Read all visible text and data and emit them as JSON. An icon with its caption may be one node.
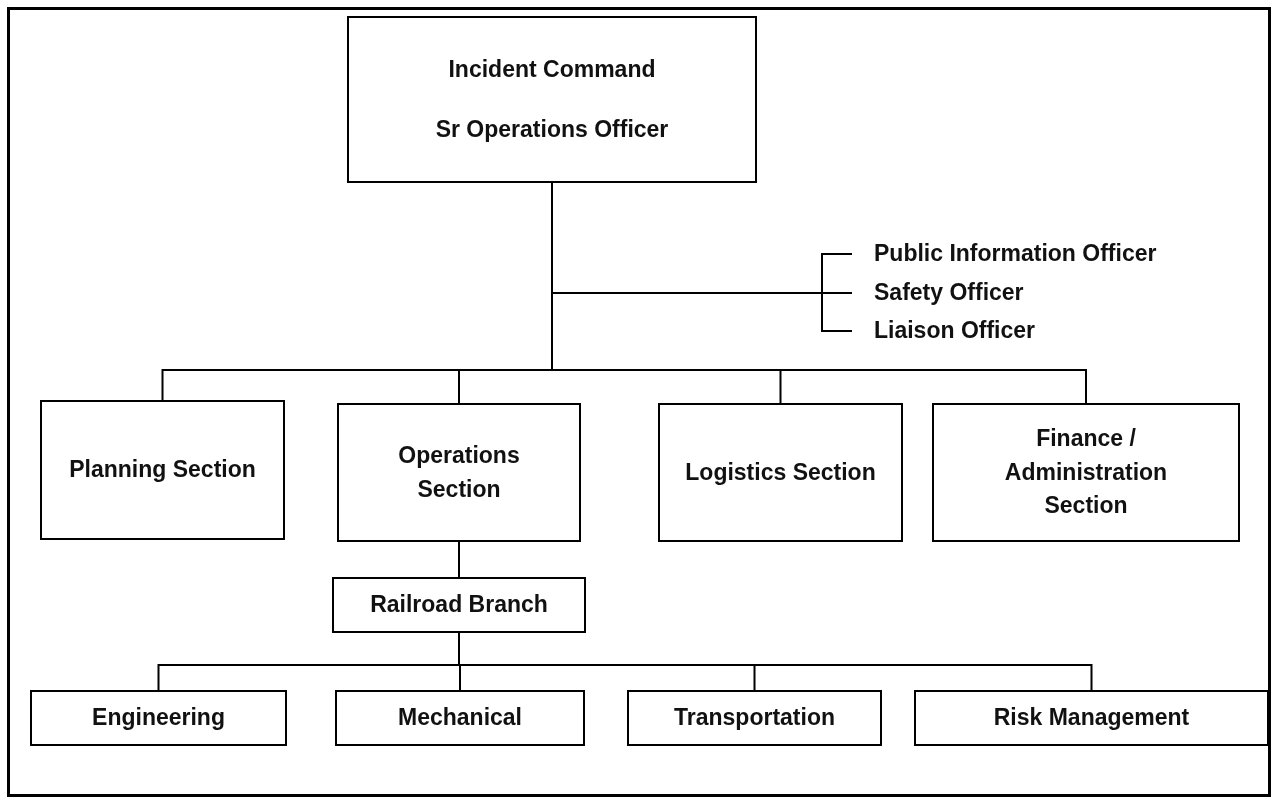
{
  "diagram": {
    "nodes": [
      {
        "text": [
          "Incident Command",
          "Sr Operations Officer"
        ]
      },
      {
        "text": [
          "Public Information Officer"
        ]
      },
      {
        "text": [
          "Safety Officer"
        ]
      },
      {
        "text": [
          "Liaison Officer"
        ]
      },
      {
        "text": [
          "Planning Section"
        ]
      },
      {
        "text": [
          "Operations Section"
        ]
      },
      {
        "text": [
          "Logistics Section"
        ]
      },
      {
        "text": [
          "Finance / Administration Section"
        ]
      },
      {
        "text": [
          "Railroad Branch"
        ]
      },
      {
        "text": [
          "Engineering"
        ]
      },
      {
        "text": [
          "Mechanical"
        ]
      },
      {
        "text": [
          "Transportation"
        ]
      },
      {
        "text": [
          "Risk Management"
        ]
      }
    ],
    "edges": [
      {
        "from": 0,
        "to": 1,
        "arrow": "none"
      },
      {
        "from": 0,
        "to": 2,
        "arrow": "none"
      },
      {
        "from": 0,
        "to": 3,
        "arrow": "none"
      },
      {
        "from": 0,
        "to": 4,
        "arrow": "none"
      },
      {
        "from": 0,
        "to": 5,
        "arrow": "none"
      },
      {
        "from": 0,
        "to": 6,
        "arrow": "none"
      },
      {
        "from": 0,
        "to": 7,
        "arrow": "none"
      },
      {
        "from": 5,
        "to": 8,
        "arrow": "none"
      },
      {
        "from": 8,
        "to": 9,
        "arrow": "none"
      },
      {
        "from": 8,
        "to": 10,
        "arrow": "none"
      },
      {
        "from": 8,
        "to": 11,
        "arrow": "none"
      },
      {
        "from": 8,
        "to": 12,
        "arrow": "none"
      }
    ]
  }
}
